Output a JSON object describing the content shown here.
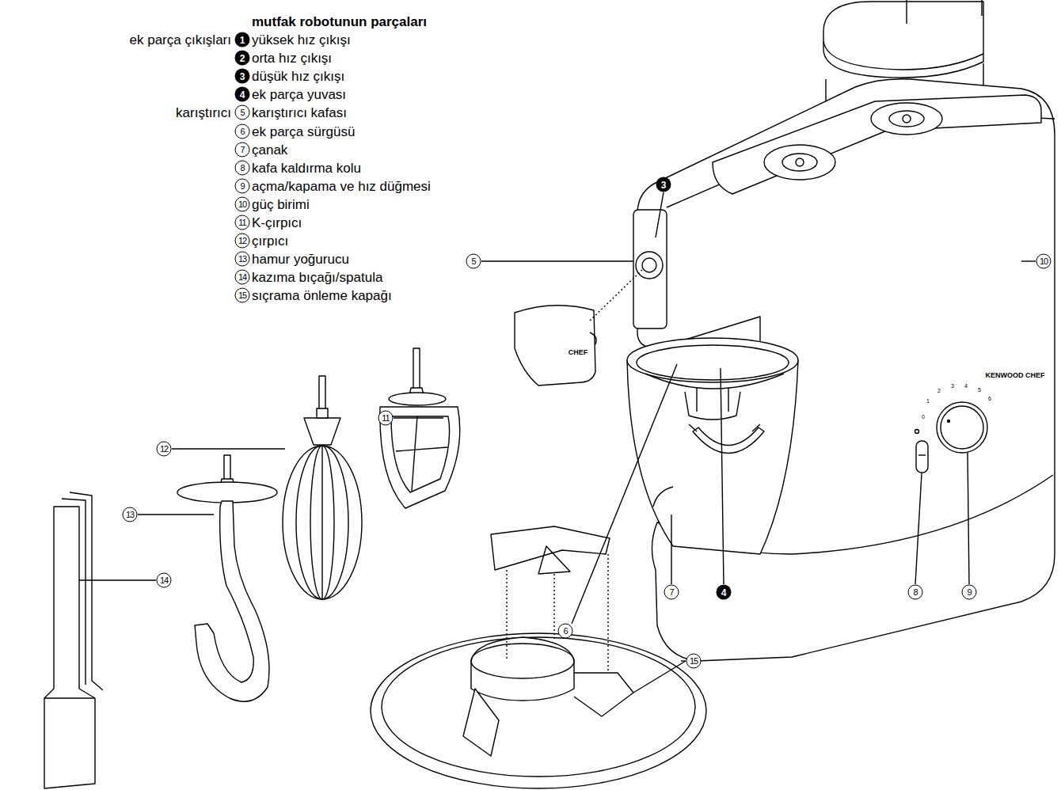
{
  "diagram": {
    "title": "mutfak robotunun parçaları",
    "labels": [
      "ek parça çıkışları",
      "1",
      "yüksek hız çıkışı",
      "2",
      "orta hız çıkışı",
      "3",
      "düşük hız çıkışı",
      "4",
      "ek parça yuvası",
      "karıştırıcı",
      "5",
      "karıştırıcı kafası",
      "6",
      "ek parça sürgüsü",
      "7",
      "çanak",
      "8",
      "kafa kaldırma kolu",
      "9",
      "açma/kapama ve hız düğmesi",
      "10",
      "güç birimi",
      "11",
      "K-çırpıcı",
      "12",
      "çırpıcı",
      "13",
      "hamur yoğurucu",
      "14",
      "kazıma bıçağı/spatula",
      "15",
      "sıçrama önleme kapağı",
      "3",
      "5",
      "10",
      "11",
      "12",
      "13",
      "14",
      "6",
      "7",
      "4",
      "8",
      "9",
      "15",
      "CHEF",
      "KENWOOD CHEF",
      "0",
      "1",
      "2",
      "3",
      "4",
      "5",
      "6"
    ]
  }
}
